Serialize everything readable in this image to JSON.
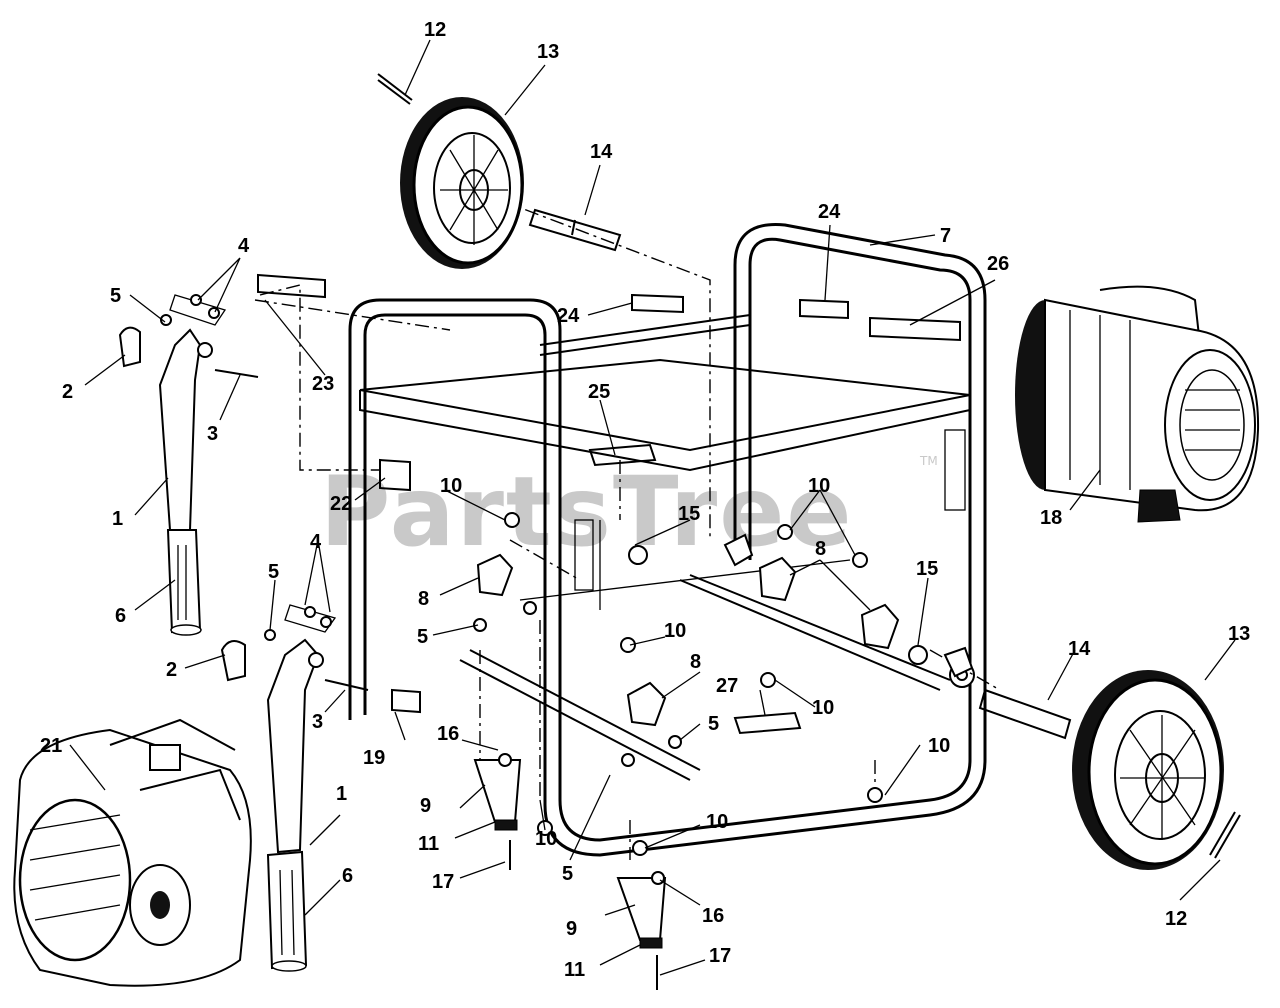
{
  "watermark": {
    "text": "PartsTree",
    "trademark": "TM"
  },
  "callouts": {
    "c1": "1",
    "c2": "2",
    "c3": "3",
    "c4": "4",
    "c5": "5",
    "c6": "6",
    "c7": "7",
    "c8": "8",
    "c9": "9",
    "c10": "10",
    "c11": "11",
    "c12": "12",
    "c13": "13",
    "c14": "14",
    "c15": "15",
    "c16": "16",
    "c17": "17",
    "c18": "18",
    "c19": "19",
    "c21": "21",
    "c22": "22",
    "c23": "23",
    "c24": "24",
    "c25": "25",
    "c26": "26",
    "c27": "27"
  },
  "icons": {
    "wheel": "wheel-icon",
    "generator": "generator-icon",
    "engine": "engine-icon",
    "handle": "handle-icon",
    "frame": "frame-icon"
  }
}
